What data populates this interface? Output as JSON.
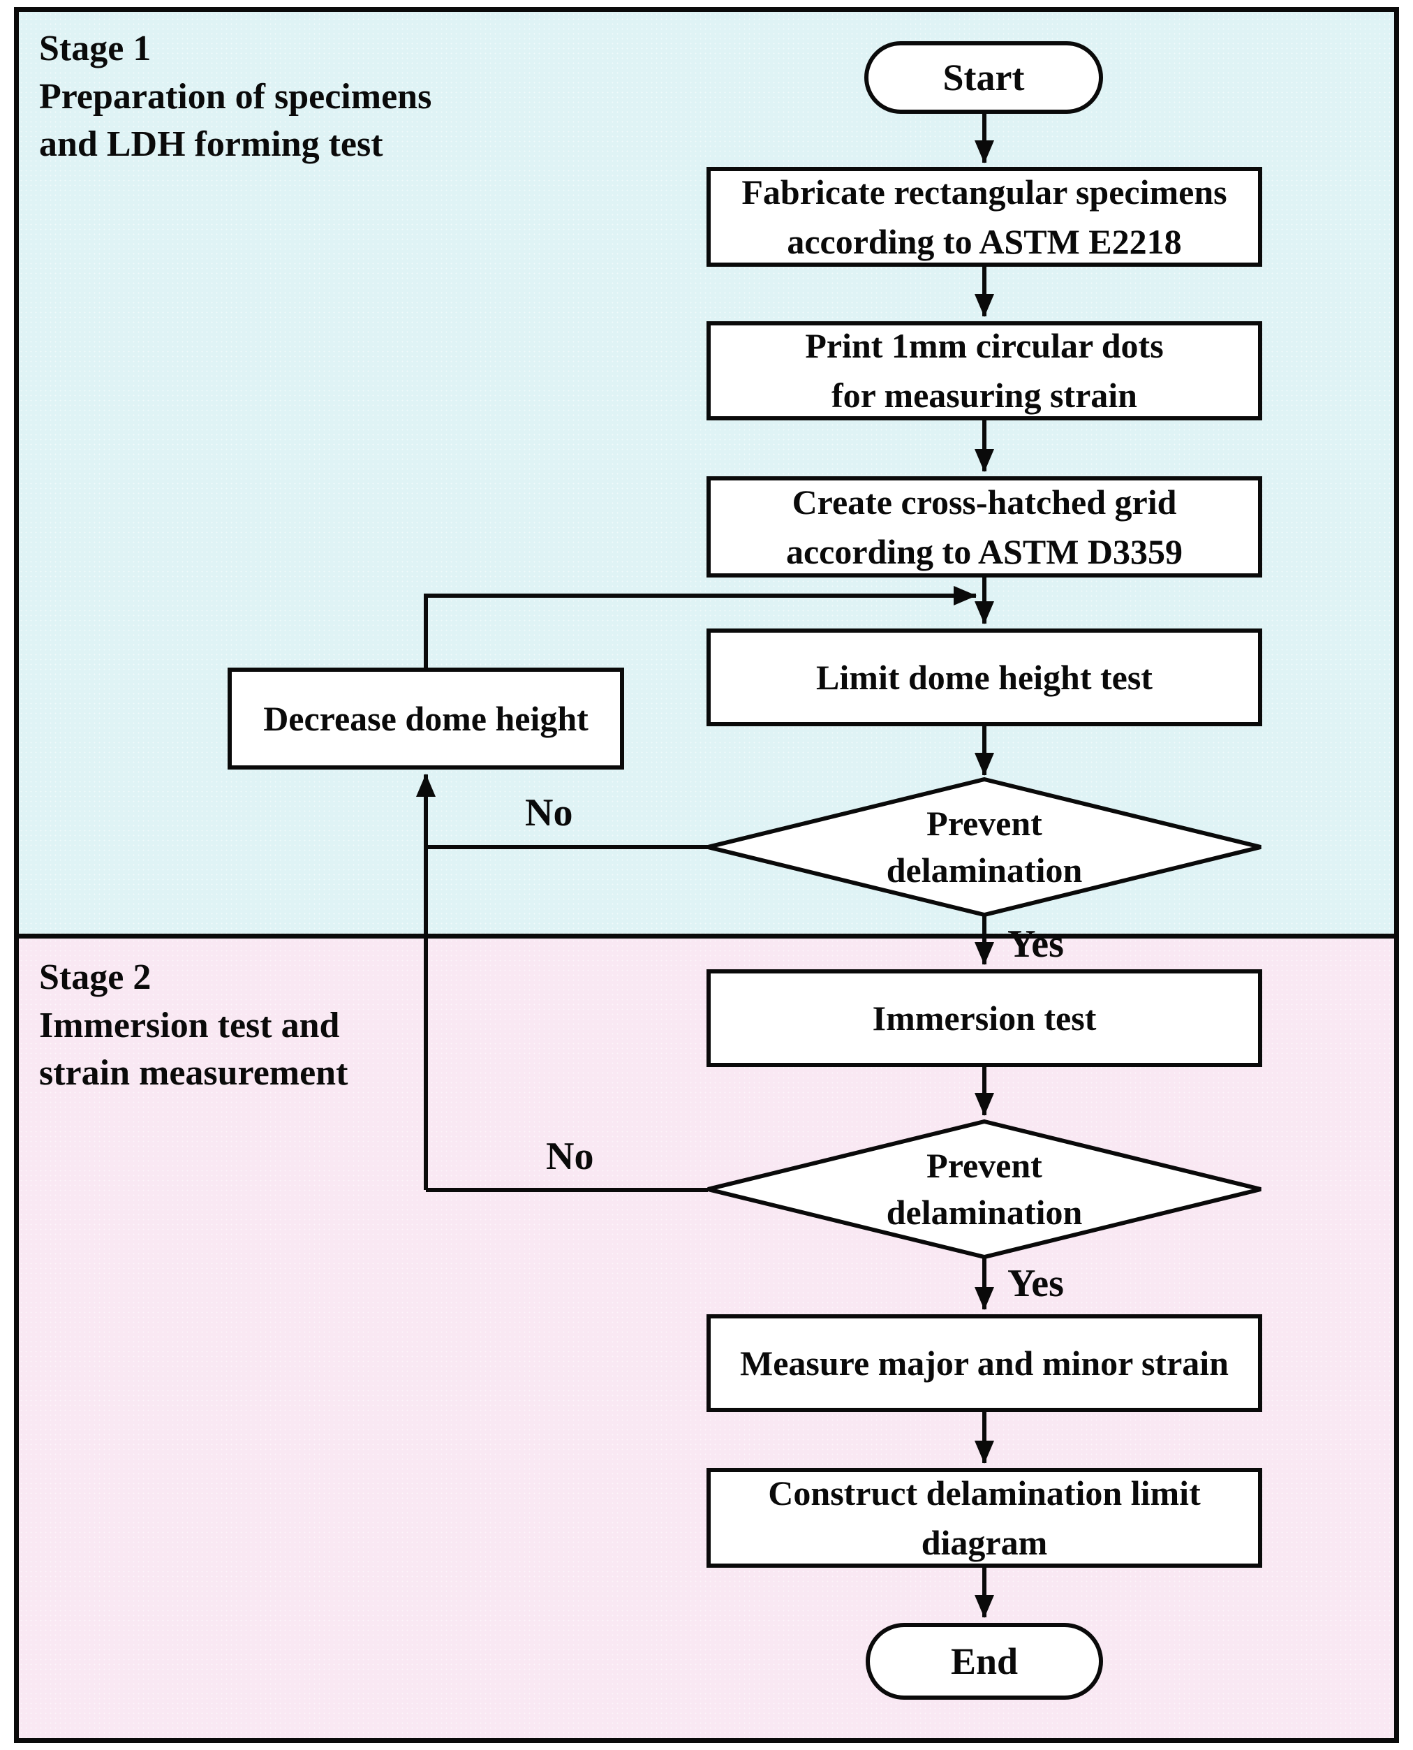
{
  "colors": {
    "stage1_bg": "#dff3f5",
    "stage2_bg": "#f9e8f3",
    "node_fill": "#ffffff",
    "line": "#0a0a0a"
  },
  "stage1": {
    "label": "Stage 1\nPreparation of specimens\nand LDH forming test"
  },
  "stage2": {
    "label": "Stage 2\nImmersion test and\nstrain measurement"
  },
  "nodes": {
    "start": {
      "type": "terminator",
      "label": "Start"
    },
    "fabricate": {
      "type": "process",
      "label": "Fabricate rectangular specimens\naccording to ASTM E2218"
    },
    "print_dots": {
      "type": "process",
      "label": "Print 1mm circular dots\nfor measuring strain"
    },
    "create_grid": {
      "type": "process",
      "label": "Create cross-hatched grid\naccording to ASTM D3359"
    },
    "ldh_test": {
      "type": "process",
      "label": "Limit dome height test"
    },
    "decision1": {
      "type": "decision",
      "label": "Prevent\ndelamination"
    },
    "decrease": {
      "type": "process",
      "label": "Decrease dome height"
    },
    "immersion": {
      "type": "process",
      "label": "Immersion test"
    },
    "decision2": {
      "type": "decision",
      "label": "Prevent\ndelamination"
    },
    "measure": {
      "type": "process",
      "label": "Measure major and minor strain"
    },
    "construct": {
      "type": "process",
      "label": "Construct delamination limit\ndiagram"
    },
    "end": {
      "type": "terminator",
      "label": "End"
    }
  },
  "edge_labels": {
    "no1": "No",
    "yes1": "Yes",
    "no2": "No",
    "yes2": "Yes"
  }
}
